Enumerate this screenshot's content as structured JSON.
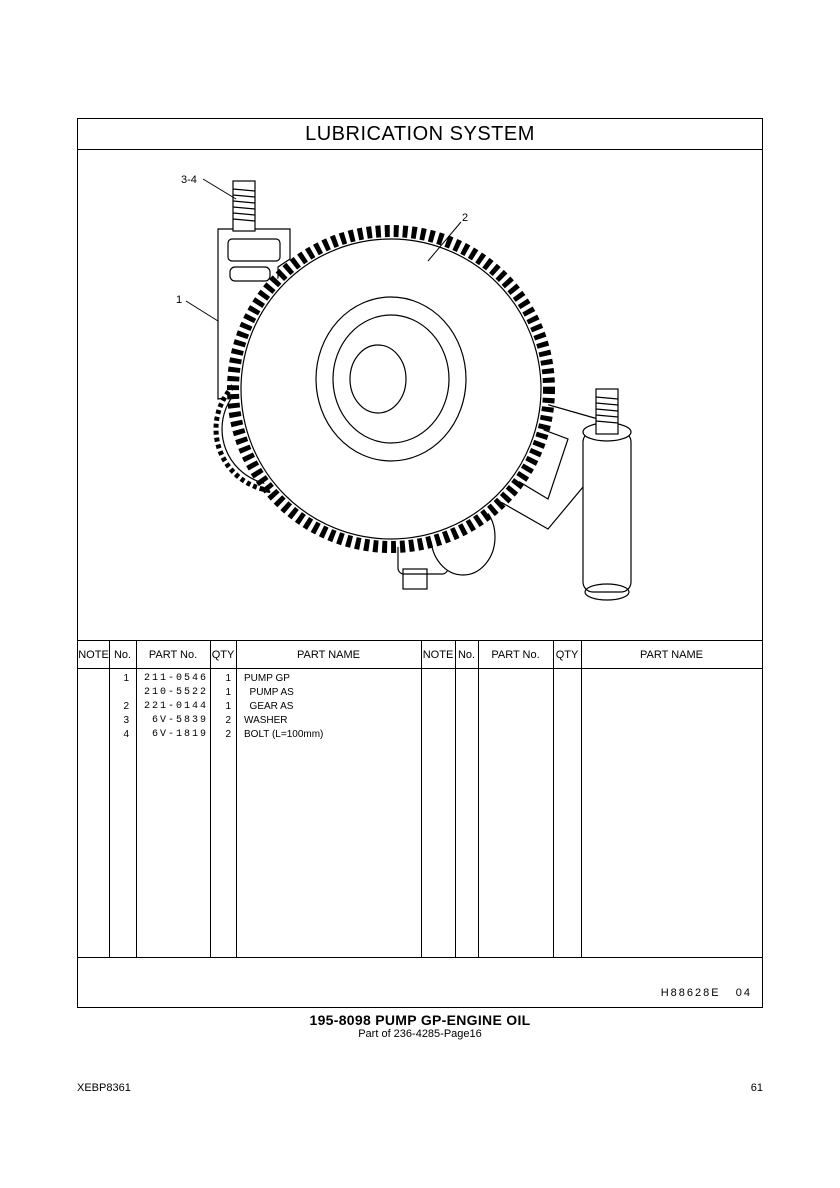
{
  "section_title": "LUBRICATION  SYSTEM",
  "callouts": [
    {
      "id": "callout-3-4",
      "text": "3-4"
    },
    {
      "id": "callout-2",
      "text": "2"
    },
    {
      "id": "callout-1",
      "text": "1"
    }
  ],
  "table": {
    "headers": [
      "NOTE",
      "No.",
      "PART No.",
      "QTY",
      "PART NAME",
      "NOTE",
      "No.",
      "PART No.",
      "QTY",
      "PART NAME"
    ],
    "rows": [
      {
        "note": "",
        "no": "1",
        "part_no": "211-0546",
        "qty": "1",
        "name": "PUMP GP"
      },
      {
        "note": "",
        "no": "",
        "part_no": "210-5522",
        "qty": "1",
        "name": "  PUMP AS"
      },
      {
        "note": "",
        "no": "2",
        "part_no": "221-0144",
        "qty": "1",
        "name": "  GEAR AS"
      },
      {
        "note": "",
        "no": "3",
        "part_no": "6V-5839",
        "qty": "2",
        "name": "WASHER"
      },
      {
        "note": "",
        "no": "4",
        "part_no": "6V-1819",
        "qty": "2",
        "name": "BOLT (L=100mm)"
      }
    ]
  },
  "drawing_ref": "H88628E   04",
  "caption": {
    "title": "195-8098  PUMP GP-ENGINE OIL",
    "subtitle": "Part of 236-4285-Page16"
  },
  "footer": {
    "doc_id": "XEBP8361",
    "page_number": "61"
  }
}
